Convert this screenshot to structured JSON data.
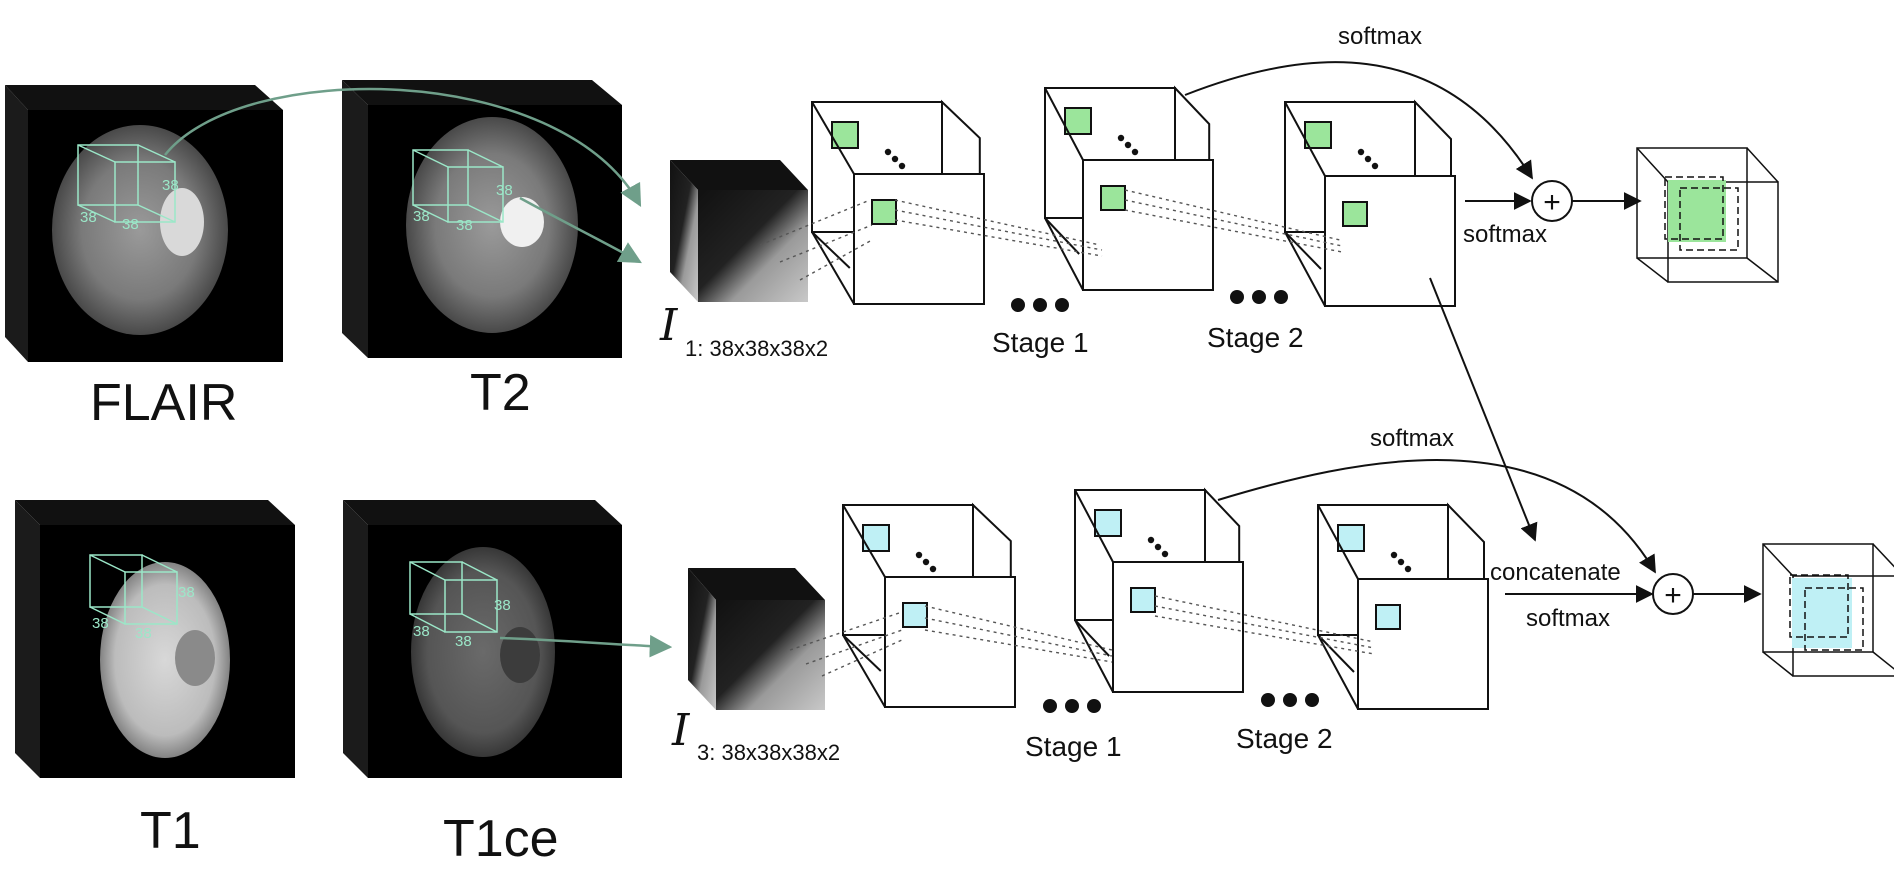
{
  "modalities": {
    "flair": "FLAIR",
    "t2": "T2",
    "t1": "T1",
    "t1ce": "T1ce"
  },
  "cube_dim_label": "38",
  "inputs": {
    "top": {
      "symbol": "I",
      "subscript": "1: 38x38x38x2"
    },
    "bottom": {
      "symbol": "I",
      "subscript": "3: 38x38x38x2"
    }
  },
  "stages": {
    "top_stage1": "Stage 1",
    "top_stage2": "Stage 2",
    "bottom_stage1": "Stage 1",
    "bottom_stage2": "Stage 2"
  },
  "operations": {
    "top_softmax_skip": "softmax",
    "top_softmax_main": "softmax",
    "bottom_softmax_skip": "softmax",
    "bottom_concatenate": "concatenate",
    "bottom_softmax_main": "softmax",
    "sum_symbol": "+"
  },
  "colors": {
    "top_branch": "#9be59b",
    "bottom_branch": "#bff0f5",
    "patch_box": "#9be7c8",
    "arrow_teal": "#6f9f8a"
  }
}
